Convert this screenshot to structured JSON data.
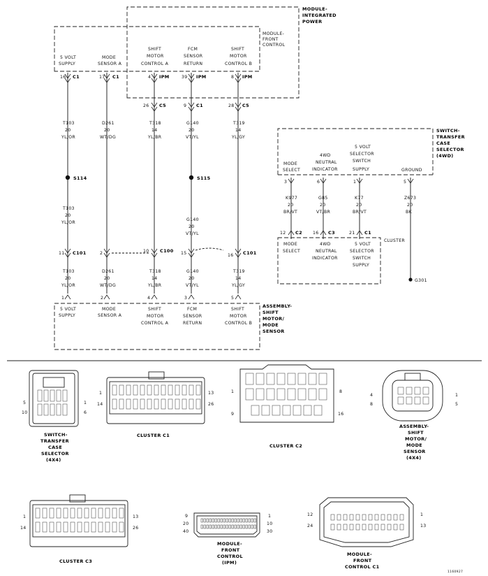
{
  "modules": {
    "integrated_power": [
      "MODULE-",
      "INTEGRATED",
      "POWER"
    ],
    "front_control": [
      "MODULE-",
      "FRONT",
      "CONTROL"
    ],
    "transfer_switch": [
      "SWITCH-",
      "TRANSFER",
      "CASE",
      "SELECTOR",
      "(4WD)"
    ],
    "cluster": "CLUSTER",
    "assembly": [
      "ASSEMBLY-",
      "SHIFT",
      "MOTOR/",
      "MODE",
      "SENSOR"
    ]
  },
  "top_pins": [
    {
      "label": [
        "5 VOLT",
        "SUPPLY"
      ]
    },
    {
      "label": [
        "MODE",
        "SENSOR A"
      ]
    },
    {
      "label": [
        "SHIFT",
        "MOTOR",
        "CONTROL A"
      ]
    },
    {
      "label": [
        "FCM",
        "SENSOR",
        "RETURN"
      ]
    },
    {
      "label": [
        "SHIFT",
        "MOTOR",
        "CONTROL B"
      ]
    }
  ],
  "top_connectors": [
    {
      "num": "16",
      "conn": "C1"
    },
    {
      "num": "17",
      "conn": "C1"
    },
    {
      "num": "4",
      "conn": "IPM"
    },
    {
      "num": "39",
      "conn": "IPM"
    },
    {
      "num": "8",
      "conn": "IPM"
    }
  ],
  "mid_connectors": [
    {
      "num": "26",
      "conn": "C5"
    },
    {
      "num": "9",
      "conn": "C1"
    },
    {
      "num": "28",
      "conn": "C5"
    }
  ],
  "wires_upper": [
    [
      "T103",
      "20",
      "YL/OR"
    ],
    [
      "D261",
      "20",
      "WT/DG"
    ],
    [
      "T318",
      "14",
      "YL/BR"
    ],
    [
      "G140",
      "20",
      "VT/YL"
    ],
    [
      "T319",
      "14",
      "YL/GY"
    ]
  ],
  "splices": {
    "s114": "S114",
    "s115": "S115"
  },
  "wires_s114": [
    "T103",
    "20",
    "YL/OR"
  ],
  "wires_s115": [
    "G140",
    "20",
    "VT/YL"
  ],
  "inline": {
    "c101_left": {
      "num": "11",
      "conn": "C101"
    },
    "pin2": "2",
    "c100": {
      "num": "10",
      "conn": "C100"
    },
    "pin15": "15",
    "c101_right": {
      "num": "16",
      "conn": "C101"
    }
  },
  "wires_lower": [
    [
      "T103",
      "20",
      "YL/OR"
    ],
    [
      "D261",
      "20",
      "WT/DG"
    ],
    [
      "T318",
      "14",
      "YL/BR"
    ],
    [
      "G140",
      "20",
      "VT/YL"
    ],
    [
      "T319",
      "14",
      "YL/GY"
    ]
  ],
  "bottom_pin_nums": [
    "1",
    "2",
    "4",
    "3",
    "5"
  ],
  "bottom_pins": [
    [
      "5 VOLT",
      "SUPPLY"
    ],
    [
      "MODE",
      "SENSOR A"
    ],
    [
      "SHIFT",
      "MOTOR",
      "CONTROL A"
    ],
    [
      "FCM",
      "SENSOR",
      "RETURN"
    ],
    [
      "SHIFT",
      "MOTOR",
      "CONTROL B"
    ]
  ],
  "switch_pins": [
    {
      "label": [
        "MODE",
        "SELECT"
      ],
      "num": "3",
      "wire": [
        "K977",
        "20",
        "BR/VT"
      ],
      "cnum": "12",
      "conn": "C2",
      "clabel": [
        "MODE",
        "SELECT"
      ]
    },
    {
      "label": [
        "4WD",
        "NEUTRAL",
        "INDICATOR"
      ],
      "num": "6",
      "wire": [
        "G85",
        "20",
        "VT/BR"
      ],
      "cnum": "16",
      "conn": "C3",
      "clabel": [
        "4WD",
        "NEUTRAL",
        "INDICATOR"
      ]
    },
    {
      "label": [
        "5 VOLT",
        "SELECTOR",
        "SWITCH",
        "SUPPLY"
      ],
      "num": "1",
      "wire": [
        "K77",
        "20",
        "BR/VT"
      ],
      "cnum": "21",
      "conn": "C1",
      "clabel": [
        "5 VOLT",
        "SELECTOR",
        "SWITCH",
        "SUPPLY"
      ]
    },
    {
      "label": [
        "GROUND"
      ],
      "num": "5",
      "wire": [
        "Z673",
        "20",
        "BK"
      ]
    }
  ],
  "ground": "G301",
  "connectors": {
    "switch": {
      "title": [
        "SWITCH-",
        "TRANSFER",
        "CASE",
        "SELECTOR",
        "(4X4)"
      ],
      "pins": [
        "5",
        "10",
        "1",
        "6"
      ]
    },
    "cluster_c1": {
      "title": "CLUSTER C1",
      "pins": [
        "1",
        "14",
        "13",
        "26"
      ]
    },
    "cluster_c2": {
      "title": "CLUSTER C2",
      "pins": [
        "1",
        "9",
        "8",
        "16"
      ]
    },
    "assembly": {
      "title": [
        "ASSEMBLY-",
        "SHIFT",
        "MOTOR/",
        "MODE",
        "SENSOR",
        "(4X4)"
      ],
      "pins": [
        "4",
        "8",
        "1",
        "5"
      ]
    },
    "cluster_c3": {
      "title": "CLUSTER C3",
      "pins": [
        "1",
        "14",
        "13",
        "26"
      ]
    },
    "fcm_ipm": {
      "title": [
        "MODULE-",
        "FRONT",
        "CONTROL",
        "(IPM)"
      ],
      "pins": [
        "9",
        "20",
        "40",
        "1",
        "10",
        "30"
      ]
    },
    "fcm_c1": {
      "title": [
        "MODULE-",
        "FRONT",
        "CONTROL C1"
      ],
      "pins": [
        "12",
        "24",
        "1",
        "13"
      ]
    }
  },
  "ref_code": "1160927"
}
